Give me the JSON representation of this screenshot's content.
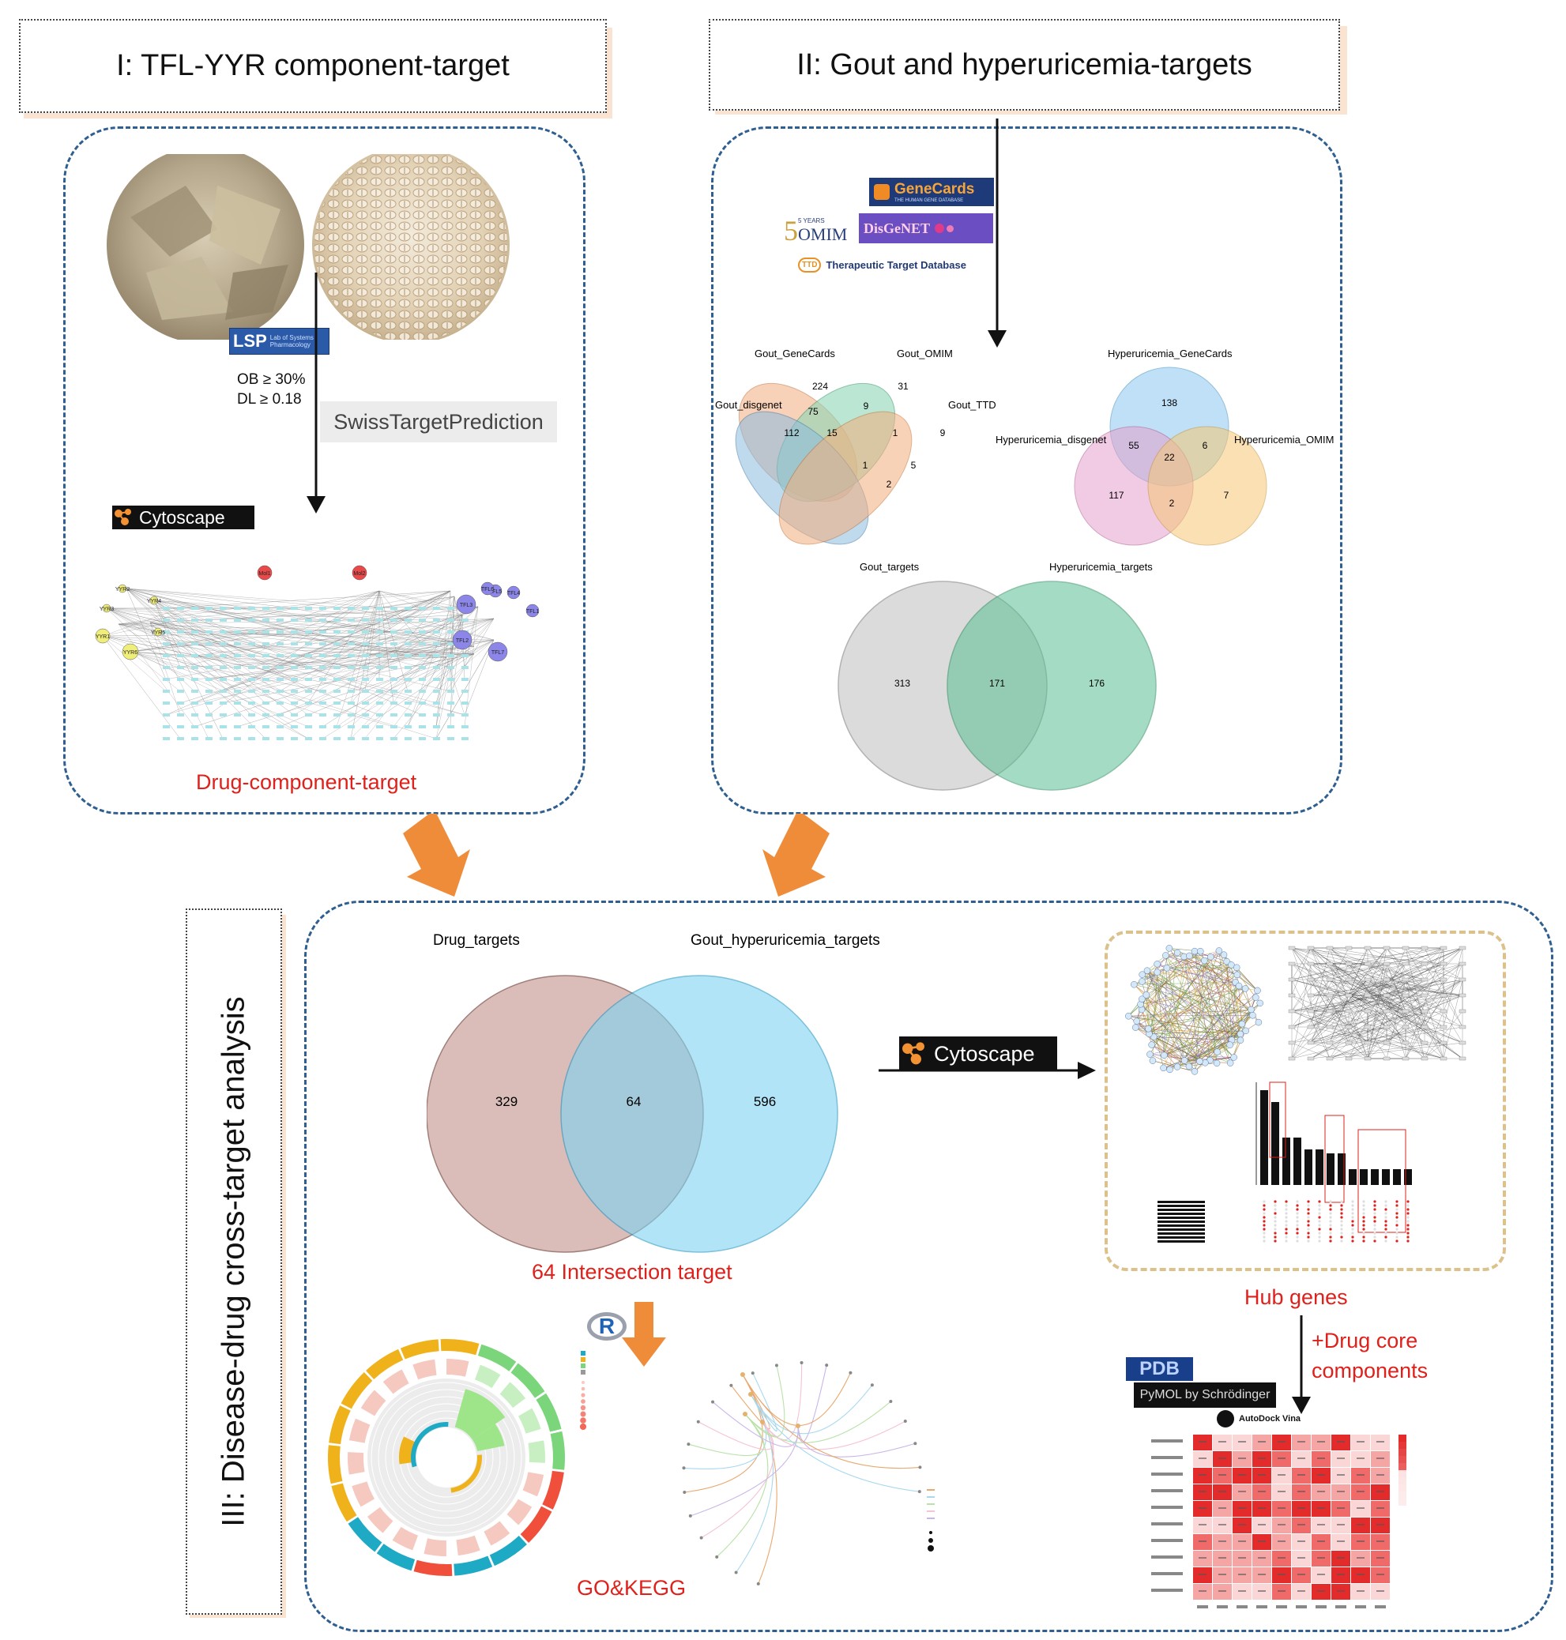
{
  "panel1": {
    "title": "I: TFL-YYR component-target",
    "lsp_logo": "LSP",
    "lsp_logo_sub": "Lab of Systems Pharmacology",
    "filter_ob": "OB ≥ 30%",
    "filter_dl": "DL ≥ 0.18",
    "swiss_label": "SwissTargetPrediction",
    "cytoscape_label": "Cytoscape",
    "network_nodes": [
      "TFL5",
      "TFL4",
      "TFL6",
      "TFL3",
      "TFL2",
      "TFL1",
      "TFL7",
      "YYR1",
      "YYR6",
      "YYR2",
      "YYR3",
      "YYR4",
      "YYR5",
      "Mol1",
      "Mol2"
    ],
    "caption": "Drug-component-target"
  },
  "panel2": {
    "title": "II: Gout and hyperuricemia-targets",
    "db_genecards": "GeneCards",
    "db_genecards_sub": "THE HUMAN GENE DATABASE",
    "db_omim": "OMIM",
    "db_omim_years": "5 YEARS",
    "db_disgenet": "DisGeNET",
    "db_ttd": "Therapeutic Target Database",
    "db_ttd_abbr": "TTD",
    "venn_gout": {
      "sets": [
        "Gout_GeneCards",
        "Gout_OMIM",
        "Gout_disgenet",
        "Gout_TTD"
      ],
      "values": [
        "224",
        "31",
        "9",
        "75",
        "112",
        "15",
        "1",
        "9",
        "1",
        "5",
        "2"
      ],
      "colors": [
        "#f2b48a",
        "#8fd6b6",
        "#8cbbe0",
        "#f3ae7c"
      ]
    },
    "venn_hyper": {
      "sets": [
        "Hyperuricemia_GeneCards",
        "Hyperuricemia_disgenet",
        "Hyperuricemia_OMIM"
      ],
      "values": [
        "138",
        "55",
        "6",
        "22",
        "117",
        "2",
        "7"
      ],
      "colors": [
        "#8cc8ef",
        "#e4a2cd",
        "#f6c775"
      ]
    },
    "venn_targets": {
      "sets": [
        "Gout_targets",
        "Hyperuricemia_targets"
      ],
      "values": [
        "313",
        "171",
        "176"
      ],
      "colors": [
        "#cfcfcf",
        "#5bbf94"
      ]
    }
  },
  "panel3": {
    "title": "III: Disease-drug cross-target analysis",
    "venn": {
      "sets": [
        "Drug_targets",
        "Gout_hyperuricemia_targets"
      ],
      "values": [
        "329",
        "64",
        "596"
      ],
      "colors": [
        "#c79b95",
        "#7fd3f2"
      ]
    },
    "intersection_caption": "64 Intersection target",
    "cytoscape_label": "Cytoscape",
    "hub_caption": "Hub genes",
    "drug_core_line1": "+Drug core",
    "drug_core_line2": "components",
    "r_logo": "R",
    "go_kegg_caption": "GO&KEGG",
    "pdb_label": "PDB",
    "pymol_label": "PyMOL by Schrödinger",
    "autodock_label": "AutoDock Vina"
  },
  "colors": {
    "panel_border": "#2f5f91",
    "arrow_orange": "#ef8c3a",
    "caption_red": "#e0201b",
    "hub_border": "#dcc18a"
  }
}
